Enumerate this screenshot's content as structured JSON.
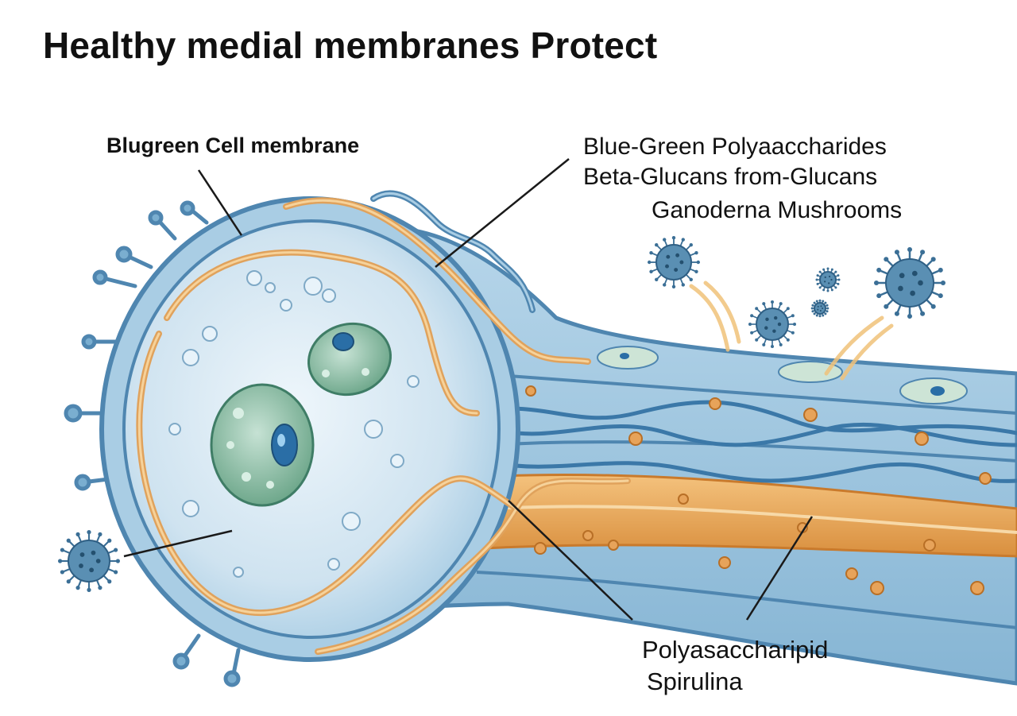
{
  "title": "Healthy medial membranes Protect",
  "labels": {
    "cell_membrane": "Blugreen Cell membrane",
    "polysaccharides_line1": "Blue-Green Polyaacchari­des",
    "polysaccharides_line2": "Beta-Glucans from-Glucans",
    "polysaccharides_line3": "Ganoderna Mushrooms",
    "bottom_line1": "Polyasaccharipid",
    "bottom_line2": "Spirulina"
  },
  "colors": {
    "membrane_blue": "#4f86b0",
    "membrane_light": "#a9cde4",
    "cytoplasm": "#d6e8f3",
    "nucleus_green": "#7fb59a",
    "nucleolus_blue": "#2a6ea6",
    "fiber_orange": "#e0a25c",
    "fiber_light": "#f6d29a",
    "virus_blue": "#5a8fb3",
    "leader_line": "#1a1a1a"
  },
  "icons": [
    "virus-icon",
    "nucleus-icon",
    "vesicle-icon",
    "receptor-icon"
  ]
}
